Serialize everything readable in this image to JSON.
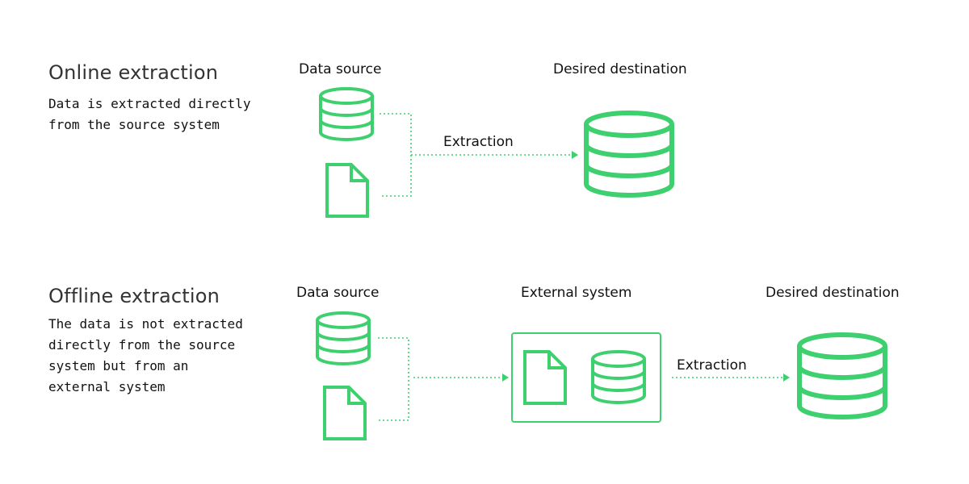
{
  "colors": {
    "accent": "#3ecf6e",
    "title": "#333333",
    "text": "#111111"
  },
  "online": {
    "title": "Online extraction",
    "description": "Data is extracted directly from the source system",
    "source_label": "Data source",
    "extraction_label": "Extraction",
    "destination_label": "Desired destination",
    "icons": [
      "database-icon",
      "file-icon",
      "database-icon"
    ]
  },
  "offline": {
    "title": "Offline extraction",
    "description": "The data is not extracted directly from the source system but from an external system",
    "source_label": "Data source",
    "external_label": "External system",
    "extraction_label": "Extraction",
    "destination_label": "Desired destination",
    "icons": [
      "database-icon",
      "file-icon",
      "file-icon",
      "database-icon",
      "database-icon"
    ]
  }
}
